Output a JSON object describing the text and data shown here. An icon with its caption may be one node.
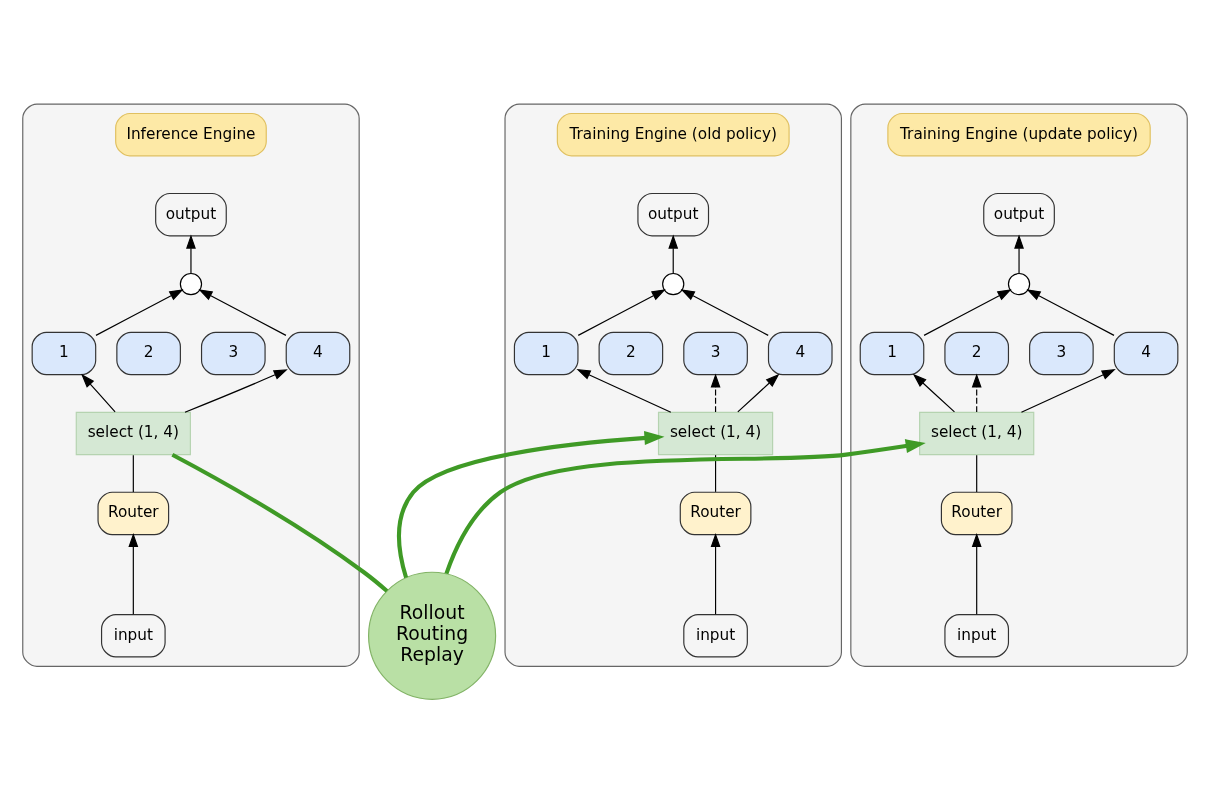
{
  "diagram": {
    "nodes": [
      {
        "text": [],
        "shape": "box"
      },
      {
        "text": [
          "Inference Engine"
        ],
        "in": 0
      },
      {
        "text": [
          "output"
        ],
        "in": 0
      },
      {
        "text": [],
        "shape": "circle",
        "in": 0
      },
      {
        "text": [
          "1"
        ],
        "in": 0
      },
      {
        "text": [
          "2"
        ],
        "in": 0
      },
      {
        "text": [
          "3"
        ],
        "in": 0
      },
      {
        "text": [
          "4"
        ],
        "in": 0
      },
      {
        "text": [
          "select (1, 4)"
        ],
        "in": 0
      },
      {
        "text": [
          "Router"
        ],
        "in": 0
      },
      {
        "text": [
          "input"
        ],
        "in": 0
      },
      {
        "text": [],
        "shape": "box"
      },
      {
        "text": [
          "Training Engine (old policy)"
        ],
        "in": 11
      },
      {
        "text": [
          "output"
        ],
        "in": 11
      },
      {
        "text": [],
        "shape": "circle",
        "in": 11
      },
      {
        "text": [
          "1"
        ],
        "in": 11
      },
      {
        "text": [
          "2"
        ],
        "in": 11
      },
      {
        "text": [
          "3"
        ],
        "in": 11
      },
      {
        "text": [
          "4"
        ],
        "in": 11
      },
      {
        "text": [
          "select (1, 4)"
        ],
        "in": 11
      },
      {
        "text": [
          "Router"
        ],
        "in": 11
      },
      {
        "text": [
          "input"
        ],
        "in": 11
      },
      {
        "text": [],
        "shape": "box"
      },
      {
        "text": [
          "Training Engine (update policy)"
        ],
        "in": 22
      },
      {
        "text": [
          "output"
        ],
        "in": 22
      },
      {
        "text": [],
        "shape": "circle",
        "in": 22
      },
      {
        "text": [
          "1"
        ],
        "in": 22
      },
      {
        "text": [
          "2"
        ],
        "in": 22
      },
      {
        "text": [
          "3"
        ],
        "in": 22
      },
      {
        "text": [
          "4"
        ],
        "in": 22
      },
      {
        "text": [
          "select (1, 4)"
        ],
        "in": 22
      },
      {
        "text": [
          "Router"
        ],
        "in": 22
      },
      {
        "text": [
          "input"
        ],
        "in": 22
      },
      {
        "text": [
          "Rollout Routing Replay"
        ]
      }
    ],
    "edges": [
      {
        "from": 10,
        "to": 9,
        "arrow": "to"
      },
      {
        "from": 9,
        "to": 8,
        "arrow": "none"
      },
      {
        "from": 8,
        "to": 4,
        "arrow": "to"
      },
      {
        "from": 8,
        "to": 7,
        "arrow": "to"
      },
      {
        "from": 4,
        "to": 3,
        "arrow": "to"
      },
      {
        "from": 7,
        "to": 3,
        "arrow": "to"
      },
      {
        "from": 3,
        "to": 2,
        "arrow": "to"
      },
      {
        "from": 21,
        "to": 20,
        "arrow": "to"
      },
      {
        "from": 20,
        "to": 19,
        "arrow": "none"
      },
      {
        "from": 19,
        "to": 15,
        "arrow": "to"
      },
      {
        "from": 19,
        "to": 17,
        "arrow": "to",
        "style": "dashed"
      },
      {
        "from": 19,
        "to": 18,
        "arrow": "to"
      },
      {
        "from": 15,
        "to": 14,
        "arrow": "to"
      },
      {
        "from": 18,
        "to": 14,
        "arrow": "to"
      },
      {
        "from": 14,
        "to": 13,
        "arrow": "to"
      },
      {
        "from": 32,
        "to": 31,
        "arrow": "to"
      },
      {
        "from": 31,
        "to": 30,
        "arrow": "none"
      },
      {
        "from": 30,
        "to": 26,
        "arrow": "to"
      },
      {
        "from": 30,
        "to": 27,
        "arrow": "to",
        "style": "dashed"
      },
      {
        "from": 30,
        "to": 29,
        "arrow": "to"
      },
      {
        "from": 26,
        "to": 25,
        "arrow": "to"
      },
      {
        "from": 29,
        "to": 25,
        "arrow": "to"
      },
      {
        "from": 25,
        "to": 24,
        "arrow": "to"
      },
      {
        "from": 8,
        "to": 33,
        "arrow": "none",
        "style": "thick",
        "color": "#3f9a26"
      },
      {
        "from": 33,
        "to": 19,
        "arrow": "to",
        "style": "thick",
        "color": "#3f9a26"
      },
      {
        "from": 33,
        "to": 30,
        "arrow": "to",
        "style": "thick",
        "color": "#3f9a26"
      }
    ]
  }
}
